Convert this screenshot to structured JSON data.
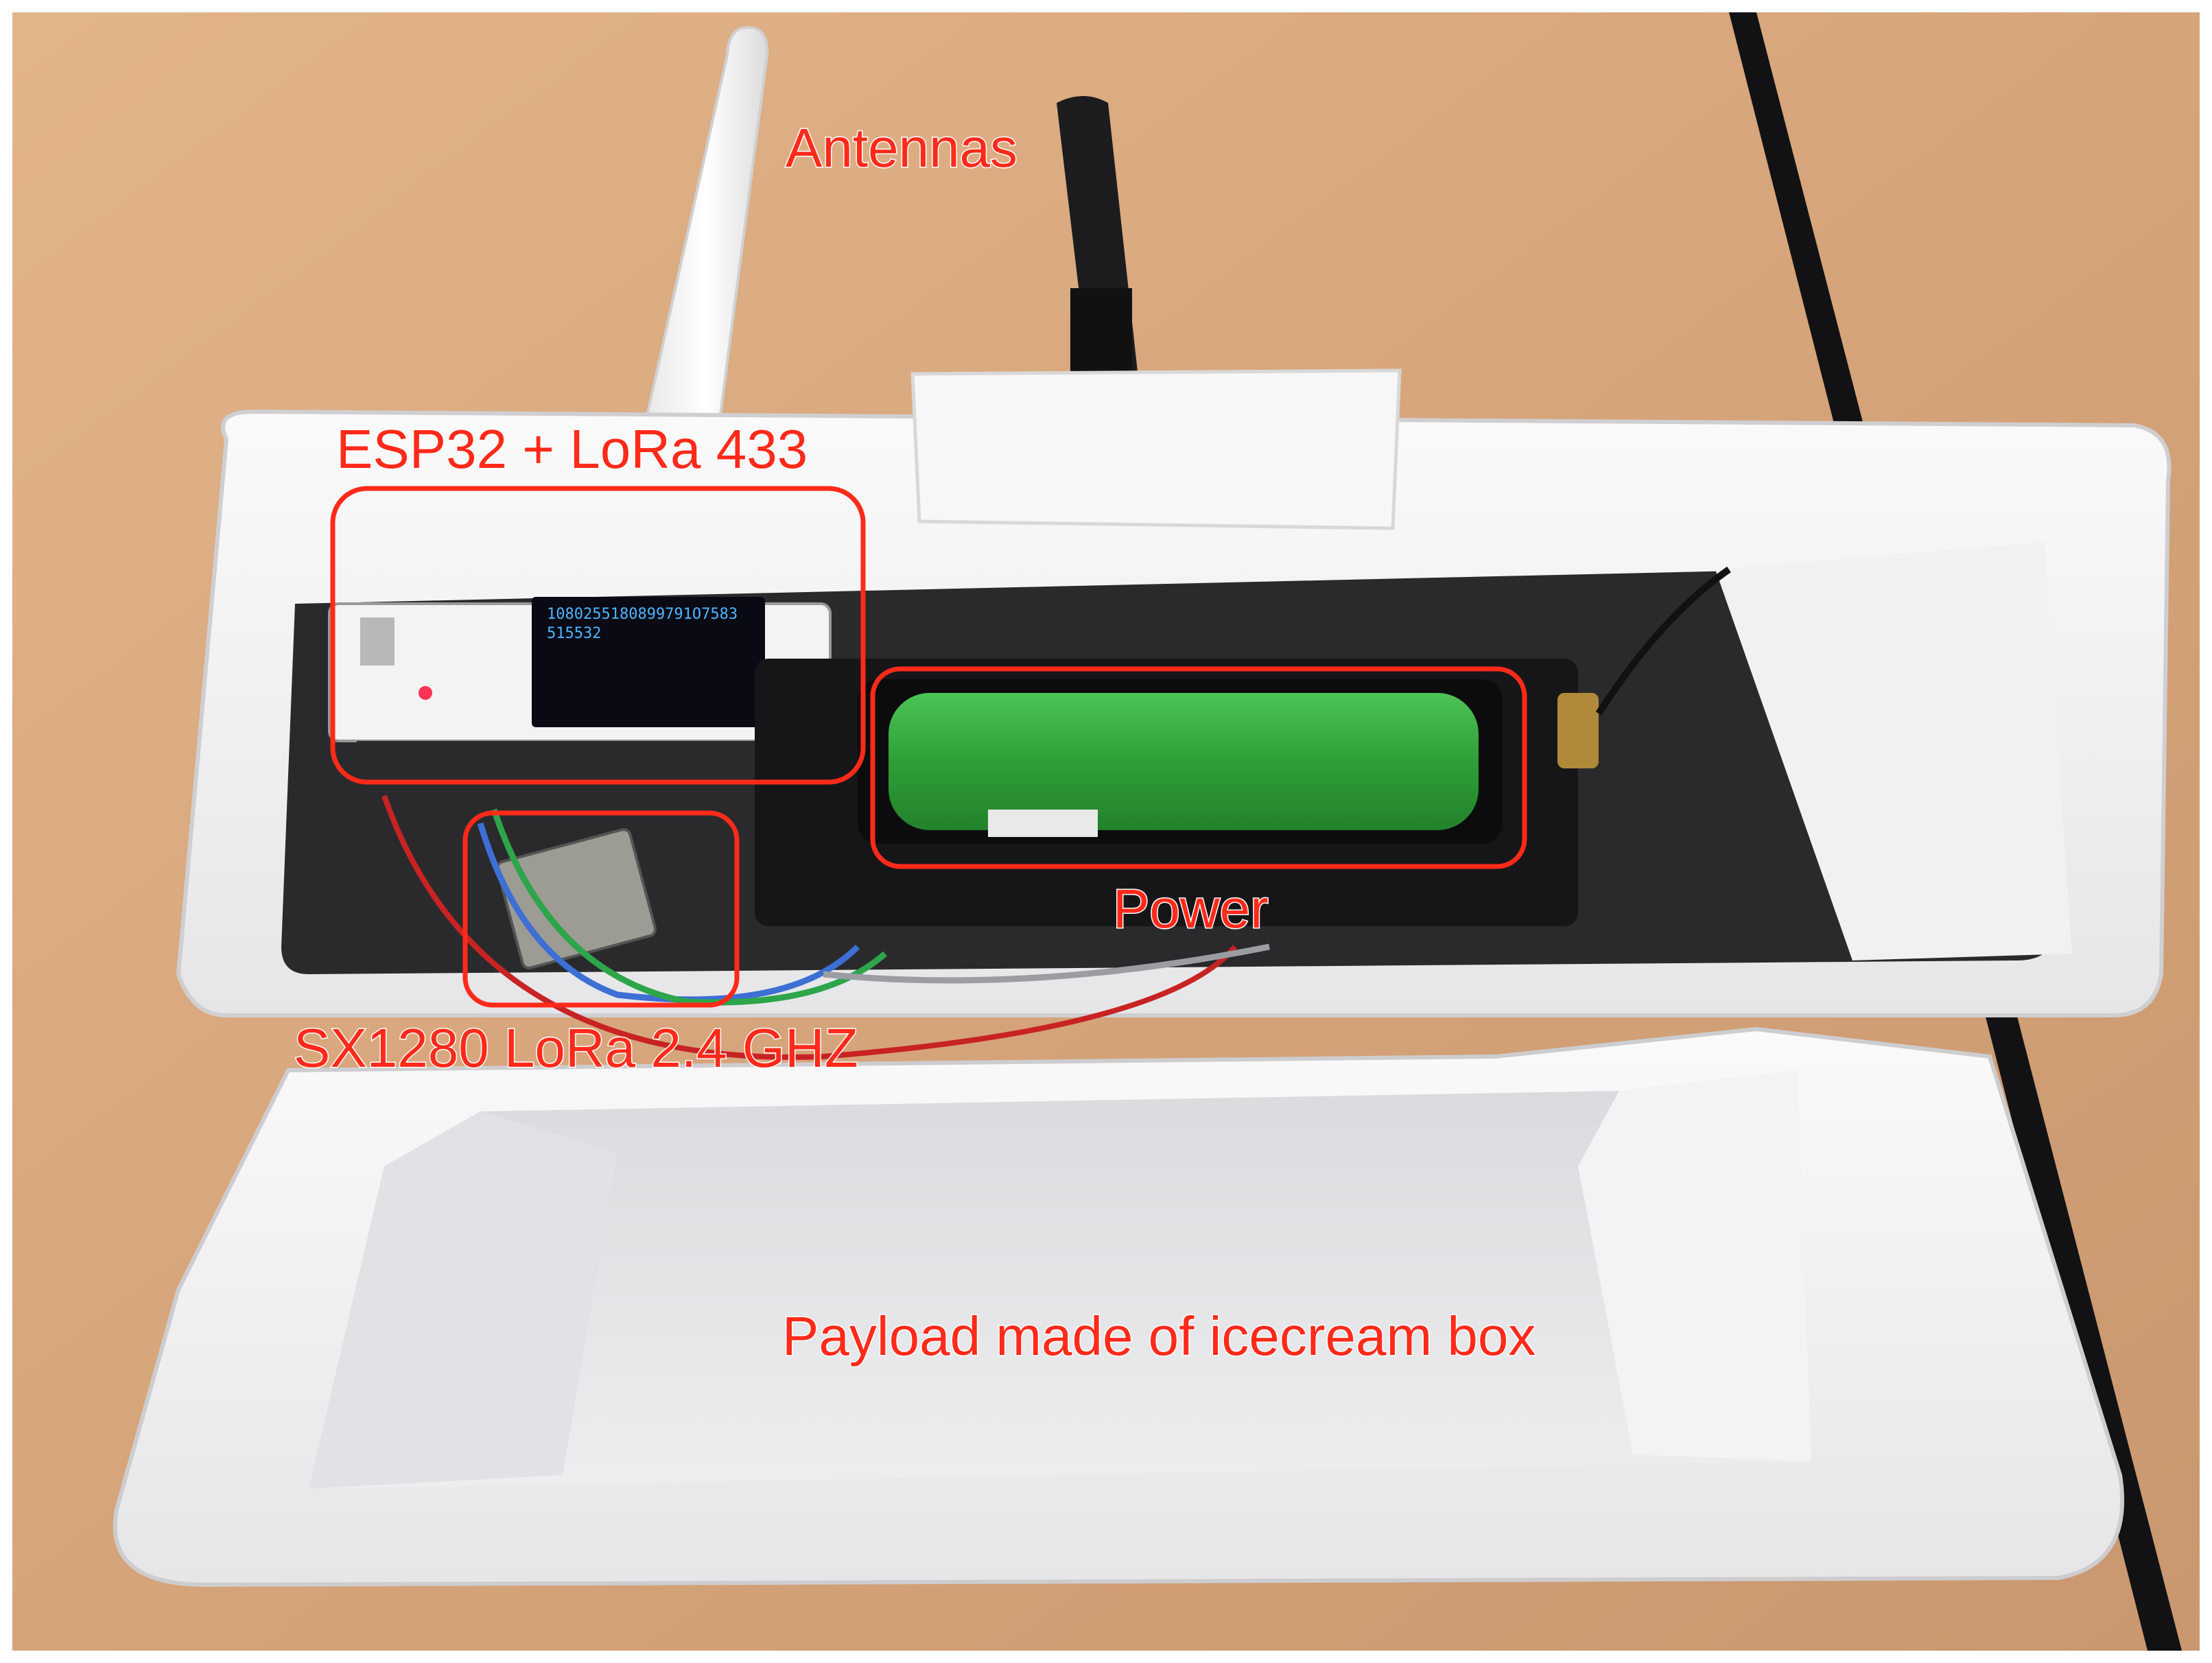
{
  "annotations": {
    "antennas": "Antennas",
    "esp32": "ESP32 + LoRa 433",
    "power": "Power",
    "sx1280": "SX1280 LoRa 2.4 GHZ",
    "payload": "Payload made of icecream box"
  },
  "oled_display": {
    "line1": "1080255180899791O7583",
    "line2": "515532"
  },
  "colors": {
    "annotation": "#ff2a1a",
    "table": "#d8a77c",
    "styrofoam": "#f4f4f4",
    "battery": "#33a83c"
  }
}
